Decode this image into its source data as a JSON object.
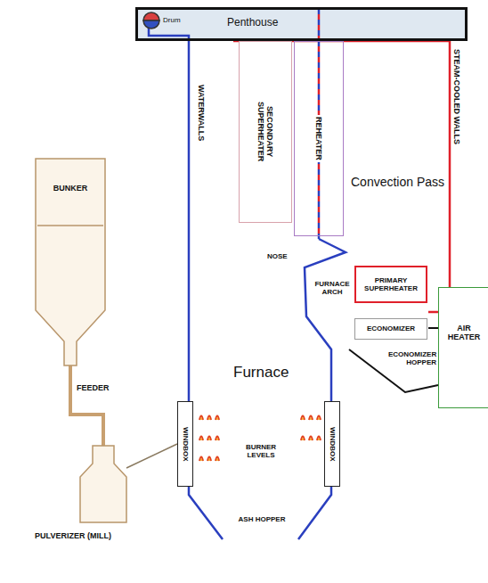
{
  "diagram": {
    "nodes": [
      {
        "text": [
          "Penthouse"
        ]
      },
      {
        "text": [
          "Drum"
        ],
        "in": 0
      },
      {
        "text": [
          "SECONDARY SUPERHEATER"
        ]
      },
      {
        "text": [
          "REHEATER"
        ]
      },
      {
        "text": [
          "PRIMARY SUPERHEATER"
        ]
      },
      {
        "text": [
          "ECONOMIZER"
        ]
      },
      {
        "text": [
          "BUNKER"
        ]
      },
      {
        "text": [
          "AIR HEATER"
        ]
      },
      {
        "text": [
          "WINDBOX"
        ]
      },
      {
        "text": [
          "WINDBOX"
        ]
      },
      {
        "text": [
          "PULVERIZER (MILL)"
        ]
      }
    ],
    "edges": [
      {
        "from": 6,
        "to": 10,
        "arrow": "none",
        "label": "FEEDER"
      },
      {
        "from": 10,
        "to": 8,
        "arrow": "none"
      }
    ],
    "labels": [
      "WATERWALLS",
      "STEAM-COOLED WALLS",
      "Convection Pass",
      "NOSE",
      "FURNACE ARCH",
      "Furnace",
      "BURNER LEVELS",
      "ECONOMIZER HOPPER",
      "ASH HOPPER"
    ]
  }
}
